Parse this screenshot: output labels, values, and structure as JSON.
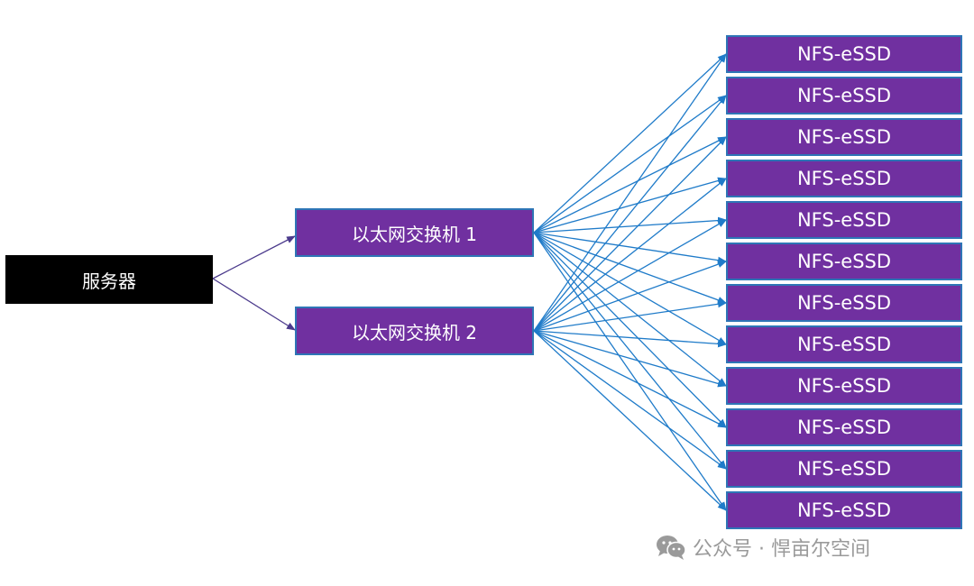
{
  "server": {
    "label": "服务器"
  },
  "switches": [
    {
      "label": "以太网交换机 1"
    },
    {
      "label": "以太网交换机 2"
    }
  ],
  "essd": [
    {
      "label": "NFS-eSSD"
    },
    {
      "label": "NFS-eSSD"
    },
    {
      "label": "NFS-eSSD"
    },
    {
      "label": "NFS-eSSD"
    },
    {
      "label": "NFS-eSSD"
    },
    {
      "label": "NFS-eSSD"
    },
    {
      "label": "NFS-eSSD"
    },
    {
      "label": "NFS-eSSD"
    },
    {
      "label": "NFS-eSSD"
    },
    {
      "label": "NFS-eSSD"
    },
    {
      "label": "NFS-eSSD"
    },
    {
      "label": "NFS-eSSD"
    }
  ],
  "watermark": {
    "text": "公众号 · 悍亩尔空间",
    "icon": "wechat-icon"
  },
  "colors": {
    "server_fill": "#000000",
    "switch_fill": "#7030a0",
    "box_border": "#2e75b6",
    "server_link": "#4b3a8c",
    "switch_link": "#1f7bc9"
  }
}
